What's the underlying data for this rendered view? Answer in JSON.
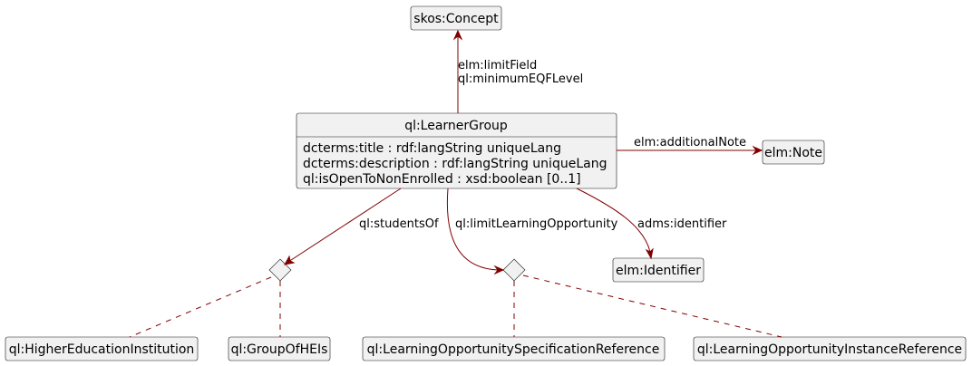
{
  "diagram": {
    "nodes": {
      "skos_concept": "skos:Concept",
      "learner_group": {
        "title": "ql:LearnerGroup",
        "attributes": [
          "dcterms:title  : rdf:langString uniqueLang",
          "dcterms:description  : rdf:langString uniqueLang",
          "ql:isOpenToNonEnrolled  : xsd:boolean  [0..1]"
        ]
      },
      "elm_note": "elm:Note",
      "elm_identifier": "elm:Identifier",
      "hei": "ql:HigherEducationInstitution",
      "group_of_heis": "ql:GroupOfHEIs",
      "los_reference": "ql:LearningOpportunitySpecificationReference",
      "loi_reference": "ql:LearningOpportunityInstanceReference"
    },
    "edges": {
      "limit_field": [
        "elm:limitField",
        "ql:minimumEQFLevel"
      ],
      "additional_note": "elm:additionalNote",
      "students_of": "ql:studentsOf",
      "limit_learning_opportunity": "ql:limitLearningOpportunity",
      "identifier": "adms:identifier"
    },
    "colors": {
      "edge": "#800000",
      "node_fill": "#f1f1f1",
      "node_border": "#181818"
    }
  }
}
